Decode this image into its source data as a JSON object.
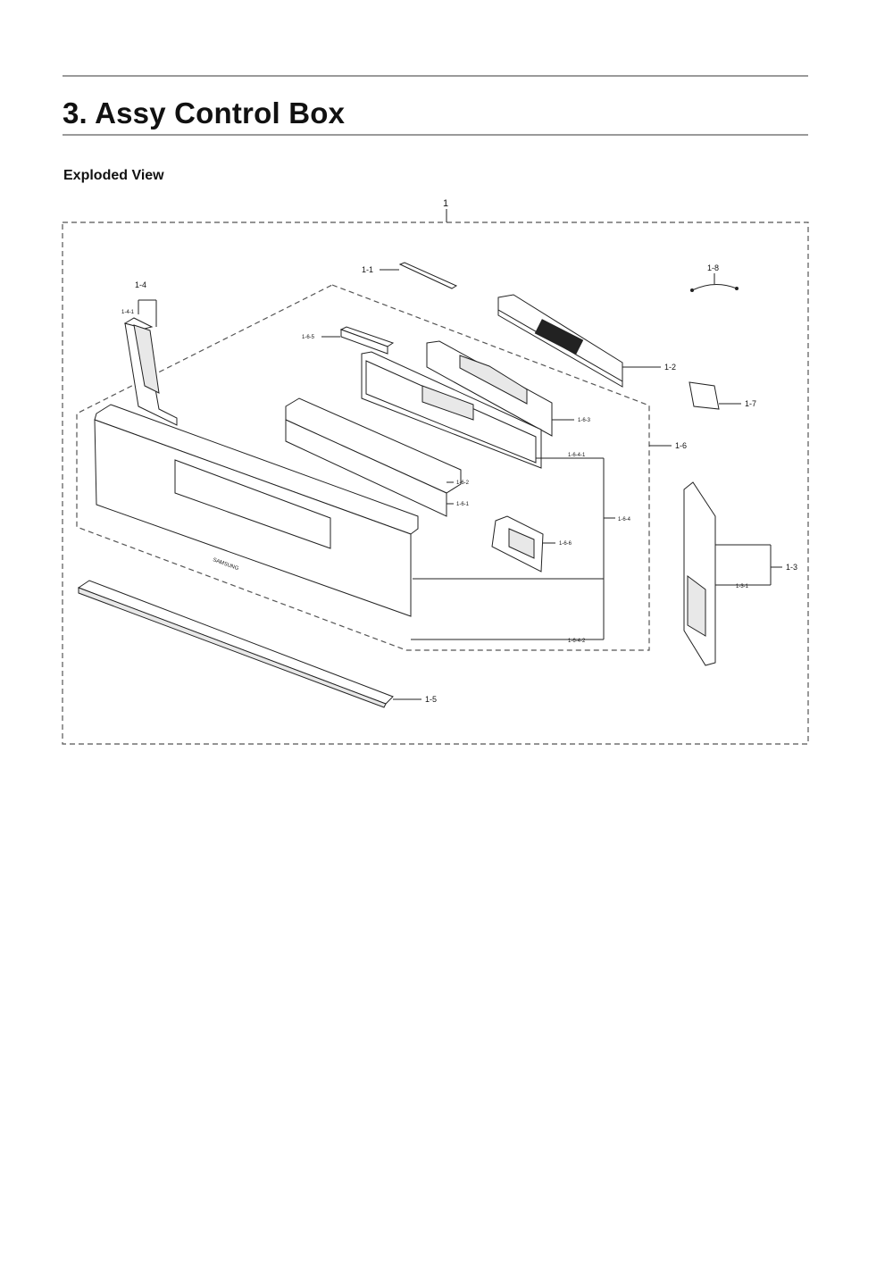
{
  "page": {
    "title": "3.  Assy Control Box",
    "subtitle": "Exploded View"
  },
  "diagram": {
    "callouts": {
      "c1": "1",
      "c1_1": "1-1",
      "c1_2": "1-2",
      "c1_3": "1-3",
      "c1_3_1": "1-3-1",
      "c1_4": "1-4",
      "c1_4_1": "1-4-1",
      "c1_5": "1-5",
      "c1_6": "1-6",
      "c1_6_1": "1-6-1",
      "c1_6_2": "1-6-2",
      "c1_6_3": "1-6-3",
      "c1_6_4": "1-6-4",
      "c1_6_4_1": "1-6-4-1",
      "c1_6_4_2": "1-6-4-2",
      "c1_6_5": "1-6-5",
      "c1_6_6": "1-6-6",
      "c1_7": "1-7",
      "c1_8": "1-8"
    },
    "brand_text": "SAMSUNG"
  }
}
